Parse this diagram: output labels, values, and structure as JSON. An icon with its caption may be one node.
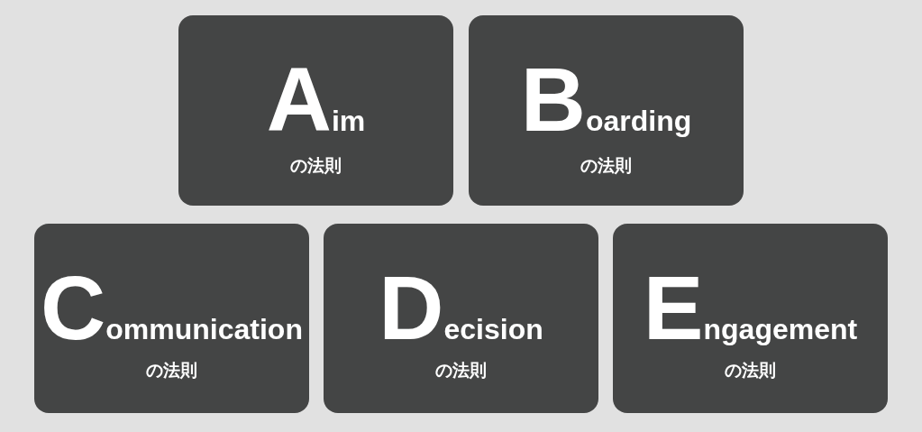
{
  "diagram": {
    "nodes": [
      {
        "text": [
          "Aim",
          "の法則"
        ]
      },
      {
        "text": [
          "Boarding",
          "の法則"
        ]
      },
      {
        "text": [
          "Communication",
          "の法則"
        ]
      },
      {
        "text": [
          "Decision",
          "の法則"
        ]
      },
      {
        "text": [
          "Engagement",
          "の法則"
        ]
      }
    ]
  }
}
